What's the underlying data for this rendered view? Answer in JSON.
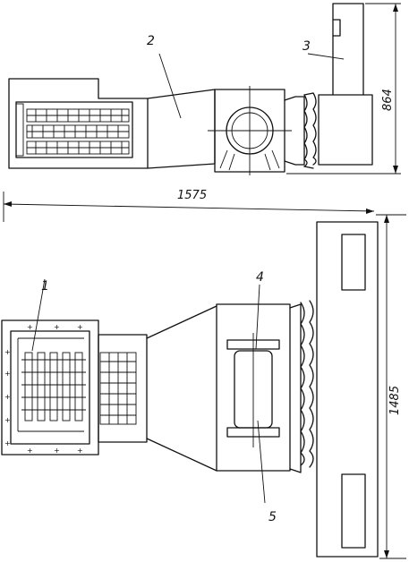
{
  "figure": {
    "labels": {
      "l1": "1",
      "l2": "2",
      "l3": "3",
      "l4": "4",
      "l5": "5"
    },
    "dimensions": {
      "height_top": "864",
      "width_overall": "1575",
      "height_bottom": "1485"
    }
  }
}
